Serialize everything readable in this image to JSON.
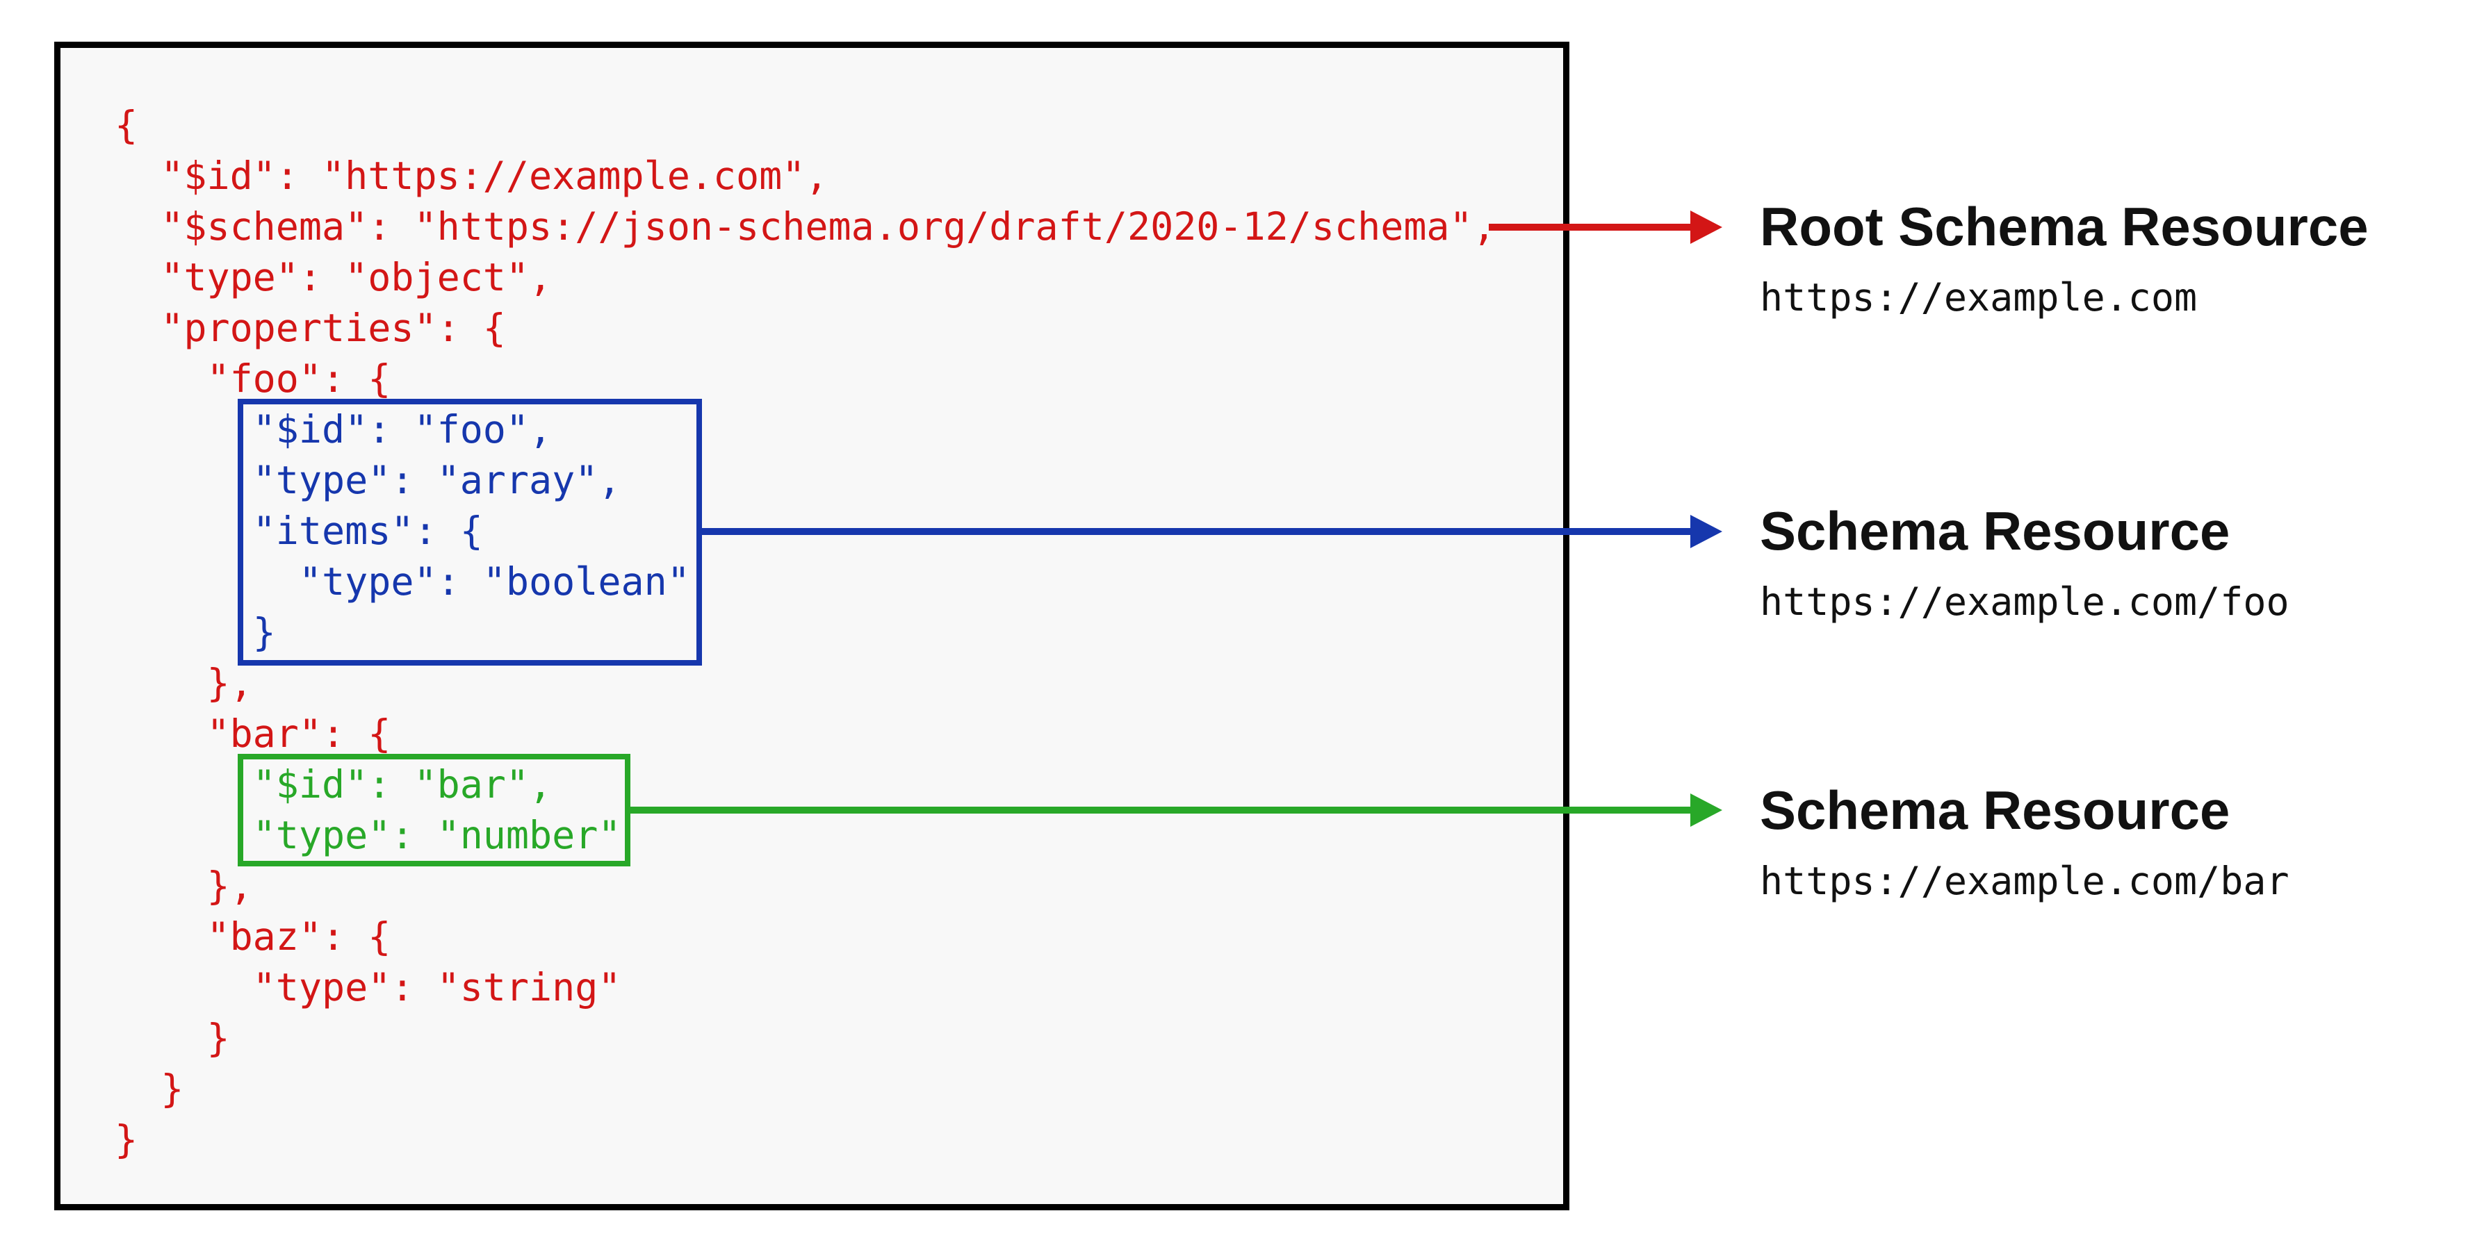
{
  "code": {
    "lines": [
      {
        "text": "{",
        "color": "red"
      },
      {
        "text": "  \"$id\": \"https://example.com\",",
        "color": "red"
      },
      {
        "text": "  \"$schema\": \"https://json-schema.org/draft/2020-12/schema\",",
        "color": "red"
      },
      {
        "text": "  \"type\": \"object\",",
        "color": "red"
      },
      {
        "text": "  \"properties\": {",
        "color": "red"
      },
      {
        "text": "    \"foo\": {",
        "color": "red"
      },
      {
        "text": "      \"$id\": \"foo\",",
        "color": "blue"
      },
      {
        "text": "      \"type\": \"array\",",
        "color": "blue"
      },
      {
        "text": "      \"items\": {",
        "color": "blue"
      },
      {
        "text": "        \"type\": \"boolean\"",
        "color": "blue"
      },
      {
        "text": "      }",
        "color": "blue"
      },
      {
        "text": "    },",
        "color": "red"
      },
      {
        "text": "    \"bar\": {",
        "color": "red"
      },
      {
        "text": "      \"$id\": \"bar\",",
        "color": "green"
      },
      {
        "text": "      \"type\": \"number\"",
        "color": "green"
      },
      {
        "text": "    },",
        "color": "red"
      },
      {
        "text": "    \"baz\": {",
        "color": "red"
      },
      {
        "text": "      \"type\": \"string\"",
        "color": "red"
      },
      {
        "text": "    }",
        "color": "red"
      },
      {
        "text": "  }",
        "color": "red"
      },
      {
        "text": "}",
        "color": "red"
      }
    ]
  },
  "annotations": [
    {
      "title": "Root Schema Resource",
      "url": "https://example.com",
      "color": "#d31616"
    },
    {
      "title": "Schema Resource",
      "url": "https://example.com/foo",
      "color": "#1637ad"
    },
    {
      "title": "Schema Resource",
      "url": "https://example.com/bar",
      "color": "#28a828"
    }
  ],
  "colors": {
    "root_schema_red": "#d31616",
    "foo_schema_blue": "#1637ad",
    "bar_schema_green": "#28a828",
    "label_text": "#111111",
    "panel_background": "#f8f8f8",
    "panel_border": "#000000"
  }
}
